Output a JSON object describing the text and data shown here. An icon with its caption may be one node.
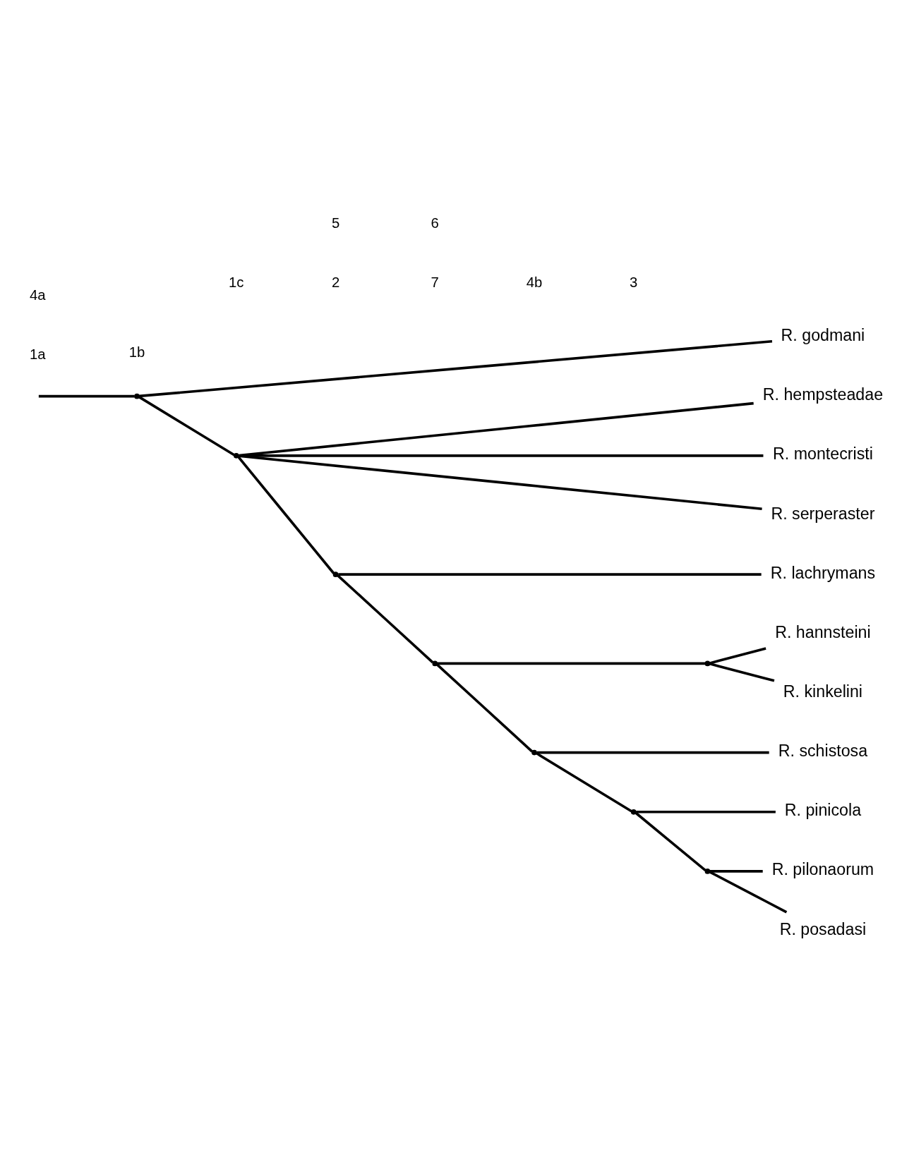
{
  "diagram": {
    "nodes": [
      {
        "text": [
          "R. godmani"
        ]
      },
      {
        "text": [
          "R. hempsteadae"
        ]
      },
      {
        "text": [
          "R. montecristi"
        ]
      },
      {
        "text": [
          "R. serperaster"
        ]
      },
      {
        "text": [
          "R. lachrymans"
        ]
      },
      {
        "text": [
          "R. hannsteini"
        ]
      },
      {
        "text": [
          "R. kinkelini"
        ]
      },
      {
        "text": [
          "R. schistosa"
        ]
      },
      {
        "text": [
          "R. pinicola"
        ]
      },
      {
        "text": [
          "R. pilonaorum"
        ]
      },
      {
        "text": [
          "R. posadasi"
        ]
      },
      {
        "text": [],
        "shape": "point"
      },
      {
        "text": [],
        "shape": "point"
      },
      {
        "text": [],
        "shape": "point"
      },
      {
        "text": [],
        "shape": "point"
      },
      {
        "text": [],
        "shape": "point"
      },
      {
        "text": [],
        "shape": "point"
      },
      {
        "text": [],
        "shape": "point"
      },
      {
        "text": [],
        "shape": "point"
      }
    ],
    "edges": [
      {
        "from": null,
        "to": 11,
        "arrow": "none"
      },
      {
        "from": 11,
        "to": 0,
        "arrow": "none"
      },
      {
        "from": 11,
        "to": 12,
        "arrow": "none"
      },
      {
        "from": 12,
        "to": 1,
        "arrow": "none"
      },
      {
        "from": 12,
        "to": 2,
        "arrow": "none"
      },
      {
        "from": 12,
        "to": 3,
        "arrow": "none"
      },
      {
        "from": 12,
        "to": 13,
        "arrow": "none"
      },
      {
        "from": 13,
        "to": 4,
        "arrow": "none"
      },
      {
        "from": 13,
        "to": 14,
        "arrow": "none"
      },
      {
        "from": 14,
        "to": 15,
        "arrow": "none"
      },
      {
        "from": 15,
        "to": 5,
        "arrow": "none"
      },
      {
        "from": 15,
        "to": 6,
        "arrow": "none"
      },
      {
        "from": 14,
        "to": 16,
        "arrow": "none"
      },
      {
        "from": 16,
        "to": 7,
        "arrow": "none"
      },
      {
        "from": 16,
        "to": 17,
        "arrow": "none"
      },
      {
        "from": 17,
        "to": 8,
        "arrow": "none"
      },
      {
        "from": 17,
        "to": 18,
        "arrow": "none"
      },
      {
        "from": 18,
        "to": 9,
        "arrow": "none"
      },
      {
        "from": 18,
        "to": 10,
        "arrow": "none"
      }
    ],
    "labels": [
      "1a",
      "4a",
      "1b",
      "1c",
      "2",
      "5",
      "7",
      "6",
      "4b",
      "3"
    ]
  }
}
